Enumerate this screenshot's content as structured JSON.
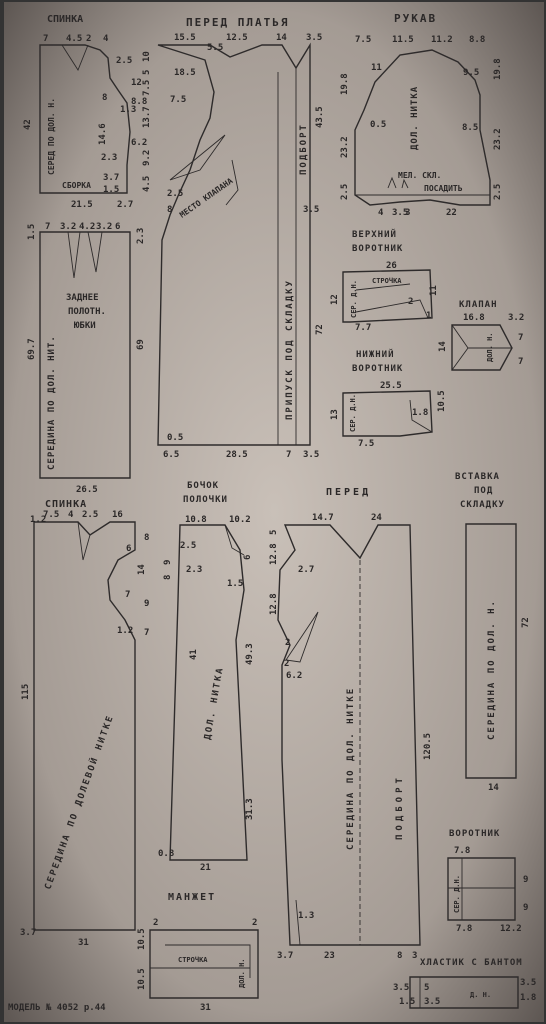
{
  "pieces": {
    "back": {
      "title": "СПИНКА",
      "top_dims": [
        "7",
        "4.5",
        "2",
        "4"
      ],
      "right_dims": [
        "2.5",
        "12",
        "8.8",
        "6.2",
        "3.7",
        "1.5"
      ],
      "left_dim": "42",
      "dims_inner": [
        "2.3",
        "14.6",
        "8",
        "1.3"
      ],
      "bottom_dims": [
        "21.5",
        "2.7"
      ],
      "center_text": "СЕРЕД ПО ДОЛ. Н.",
      "gather_text": "СБОРКА"
    },
    "front_dress": {
      "title": "ПЕРЕД ПЛАТЬЯ",
      "top_dims": [
        "15.5",
        "12.5",
        "14",
        "3.5"
      ],
      "left_dims": [
        "10",
        "5",
        "7.5",
        "13.7",
        "9.2",
        "4.5"
      ],
      "inner_dims": [
        "5.5",
        "18.5",
        "7.5",
        "2.5",
        "8",
        "3.5"
      ],
      "pocket_text": "МЕСТО КЛАПАНА",
      "fold_text": "ПРИПУСК ПОД СКЛАДКУ",
      "facing_text": "ПОДБОРТ",
      "right_dims": [
        "43.5",
        "72"
      ],
      "bottom_dims": [
        "6.5",
        "28.5",
        "7",
        "3.5"
      ],
      "corner_dim": "0.5"
    },
    "sleeve": {
      "title": "РУКАВ",
      "top_dims": [
        "7.5",
        "11.5",
        "11.2",
        "8.8"
      ],
      "side_dims": [
        "19.8",
        "23.2",
        "2.5",
        "19.8",
        "23.2",
        "2.5"
      ],
      "inner_dims": [
        "0.5",
        "9.5",
        "8.5",
        "11"
      ],
      "grain_text": "ДОЛ. НИТКА",
      "gather_text": "МЕЛ. СКЛ.",
      "ease_text": "ПОСАДИТЬ",
      "bottom_dims": [
        "4",
        "3.5",
        "3",
        "22"
      ]
    },
    "skirt_back": {
      "top_dims": [
        "7",
        "3.2",
        "4.2",
        "3.2",
        "6"
      ],
      "side_dims": [
        "1.5",
        "2.3",
        "69.7",
        "69"
      ],
      "center_text": "СЕРЕДИНА ПО ДОЛ. НИТ.",
      "panel_text": [
        "ЗАДНЕЕ",
        "ПОЛОТН.",
        "ЮБКИ"
      ],
      "bottom_dim": "26.5"
    },
    "upper_collar": {
      "title": [
        "ВЕРХНИЙ",
        "ВОРОТНИК"
      ],
      "width": "26",
      "stitch_text": "СТРОЧКА",
      "center_text": "СЕР. Д.Н.",
      "dims": [
        "12",
        "7.7",
        "2",
        "11",
        "1"
      ]
    },
    "flap": {
      "title": "КЛАПАН",
      "dims": [
        "16.8",
        "3.2",
        "14",
        "7",
        "7"
      ],
      "grain_text": "ДОЛ. Н."
    },
    "lower_collar": {
      "title": [
        "НИЖНИЙ",
        "ВОРОТНИК"
      ],
      "width": "25.5",
      "center_text": "СЕР. Д.Н.",
      "dims": [
        "13",
        "1.8",
        "10.5",
        "7.5"
      ]
    },
    "back_bottom": {
      "title": "СПИНКА",
      "top_dims": [
        "1.2",
        "7.5",
        "4",
        "2.5",
        "16"
      ],
      "right_dims": [
        "6",
        "8",
        "14",
        "7",
        "9",
        "7"
      ],
      "inner_dims": [
        "1.2",
        "115"
      ],
      "center_text": "СЕРЕДИНА ПО ДОЛЕВОЙ НИТКЕ",
      "bottom_dims": [
        "3.7",
        "31"
      ]
    },
    "side_panel": {
      "title": [
        "БОЧОК",
        "ПОЛОЧКИ"
      ],
      "top_dims": [
        "10.8",
        "10.2"
      ],
      "dims": [
        "2.5",
        "9",
        "8",
        "2.3",
        "6",
        "1.5",
        "41",
        "49.3",
        "31.3",
        "0.8"
      ],
      "grain_text": "ДОЛ. НИТКА",
      "bottom_dim": "21"
    },
    "front": {
      "title": "ПЕРЕД",
      "top_dims": [
        "14.7",
        "24"
      ],
      "left_dims": [
        "5",
        "12.8",
        "12.8",
        "6.2",
        "2",
        "2"
      ],
      "inner_dims": [
        "2.7",
        "1.3"
      ],
      "center_text": "СЕРЕДИНА ПО ДОЛ. НИТКЕ",
      "facing_text": "ПОДБОРТ",
      "right_dim": "120.5",
      "bottom_dims": [
        "3.7",
        "23",
        "8",
        "3"
      ]
    },
    "insert": {
      "title": [
        "ВСТАВКА",
        "ПОД",
        "СКЛАДКУ"
      ],
      "center_text": "СЕРЕДИНА ПО ДОЛ. Н.",
      "right_dim": "72",
      "bottom_dim": "14"
    },
    "collar": {
      "title": "ВОРОТНИК",
      "dims": [
        "7.8",
        "9",
        "9",
        "7.8",
        "12.2"
      ],
      "center_text": "СЕР. Д.Н."
    },
    "cuff": {
      "title": "МАНЖЕТ",
      "dims": [
        "2",
        "2",
        "10.5",
        "10.5",
        "31"
      ],
      "stitch_text": "СТРОЧКА",
      "grain_text": "ДОЛ. Н."
    },
    "tie": {
      "title": "ХЛАСТИК С БАНТОМ",
      "dims": [
        "3.5",
        "1.5",
        "3.5",
        "1.8",
        "5",
        "3.5"
      ],
      "grain_text": "Д. Н."
    }
  },
  "footer": "МОДЕЛЬ № 4052 р.44"
}
